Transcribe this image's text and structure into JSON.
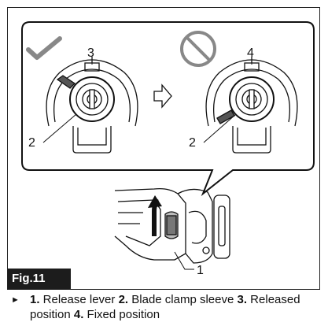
{
  "figure": {
    "label": "Fig.11",
    "callouts": {
      "left_top": "3",
      "left_side": "2",
      "right_top": "4",
      "right_side": "2",
      "bottom": "1"
    },
    "icons": [
      "checkmark-icon",
      "prohibited-icon",
      "arrow-right-icon",
      "rotate-arrow-icon"
    ]
  },
  "caption": {
    "bullet": "►",
    "items": [
      {
        "num": "1.",
        "text": " Release lever "
      },
      {
        "num": "2.",
        "text": " Blade clamp sleeve "
      },
      {
        "num": "3.",
        "text": " Released position "
      },
      {
        "num": "4.",
        "text": " Fixed position"
      }
    ]
  }
}
